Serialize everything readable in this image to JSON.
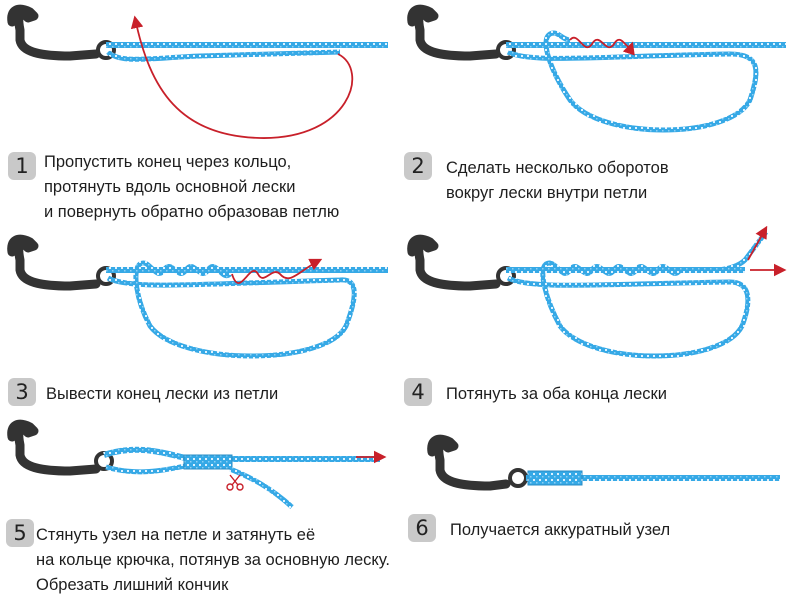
{
  "colors": {
    "line": "#36a9e6",
    "line_pattern": "#dff2ff",
    "hook": "#333333",
    "tag_line": "#c8202a",
    "badge": "#c9c9c9",
    "caption_text": "#1e1e1e"
  },
  "steps": [
    {
      "number": "1",
      "caption_lines": [
        "Пропустить конец через кольцо,",
        "протянуть вдоль основной лески",
        "и повернуть обратно образовав петлю"
      ]
    },
    {
      "number": "2",
      "caption_lines": [
        "Сделать несколько оборотов",
        "вокруг лески внутри петли"
      ]
    },
    {
      "number": "3",
      "caption_lines": [
        "Вывести конец лески из петли"
      ]
    },
    {
      "number": "4",
      "caption_lines": [
        "Потянуть за оба конца лески"
      ]
    },
    {
      "number": "5",
      "caption_lines": [
        "Стянуть узел на петле и затянуть её",
        "на кольце крючка, потянув за основную леску.",
        "Обрезать лишний кончик"
      ]
    },
    {
      "number": "6",
      "caption_lines": [
        "Получается аккуратный узел"
      ]
    }
  ],
  "icons": [
    "fishing-hook-icon",
    "scissors-icon",
    "arrow-icon"
  ]
}
